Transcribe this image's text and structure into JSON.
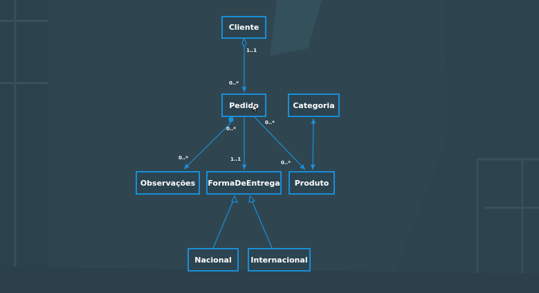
{
  "colors": {
    "background": "#2f4651",
    "accent": "#1a8fd8",
    "text": "#ffffff"
  },
  "classes": {
    "cliente": "Cliente",
    "pedido": "Pedido",
    "categoria": "Categoria",
    "observacoes": "Observações",
    "forma_de_entrega": "FormaDeEntrega",
    "produto": "Produto",
    "nacional": "Nacional",
    "internacional": "Internacional"
  },
  "multiplicities": {
    "cliente_end": "1..1",
    "pedido_end": "0..*",
    "pedido_observacoes_source": "0..*",
    "pedido_observacoes_target": "0..*",
    "pedido_forma_target": "1..1",
    "pedido_produto_source": "0..*",
    "pedido_produto_target": "0..*"
  }
}
